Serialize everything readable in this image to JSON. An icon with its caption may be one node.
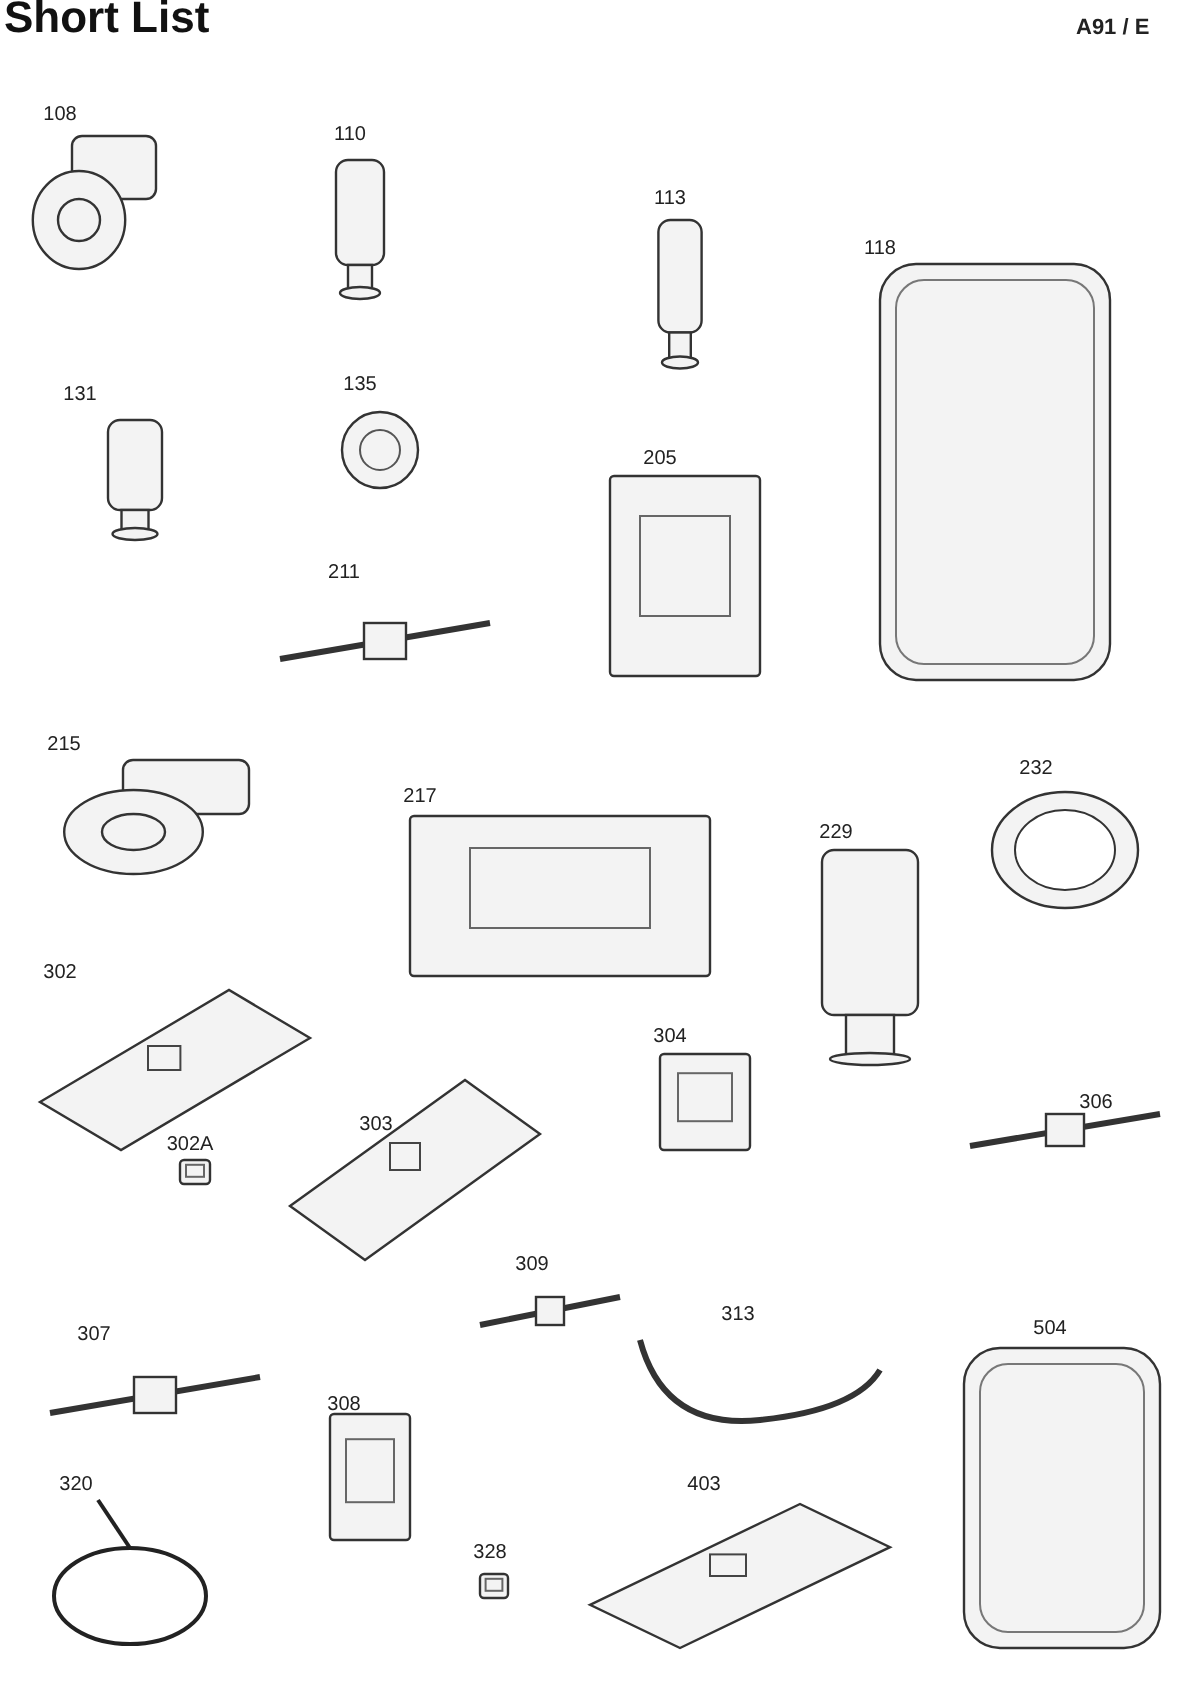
{
  "diagram": {
    "title": "Short List",
    "labels": [
      "A91 / E",
      "108",
      "110",
      "113",
      "118",
      "131",
      "135",
      "205",
      "211",
      "215",
      "217",
      "232",
      "229",
      "302",
      "304",
      "306",
      "303",
      "302A",
      "309",
      "313",
      "307",
      "504",
      "308",
      "320",
      "328",
      "403"
    ]
  }
}
